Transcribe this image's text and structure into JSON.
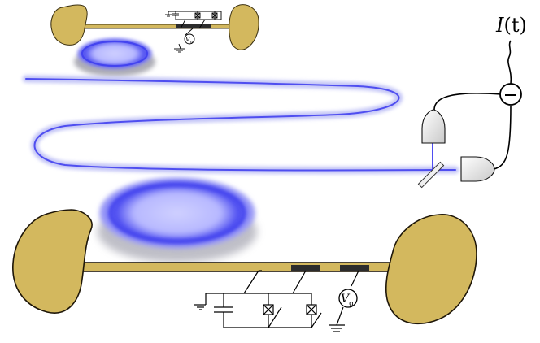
{
  "labels": {
    "current": "I(t)",
    "current_var": "I",
    "current_arg": "(t)",
    "gate_voltage": "V",
    "gate_voltage_sub": "g",
    "small_gate_voltage": "V",
    "small_gate_voltage_sub": "g",
    "minus_sign": "−"
  },
  "colors": {
    "gold": "#d3b85e",
    "gold_stroke": "#3a2f10",
    "fiber_blue": "#4f4ef0",
    "fiber_halo": "#b8baf5",
    "ring_blue": "#5c5cf5",
    "pad_dark": "#2c2c2c",
    "detector_gray": "#e4e4e4"
  },
  "icons": [
    "detector-icon",
    "beam-splitter-icon",
    "subtractor-icon",
    "ground-icon",
    "capacitor-icon",
    "josephson-junction-icon",
    "voltage-source-icon"
  ]
}
